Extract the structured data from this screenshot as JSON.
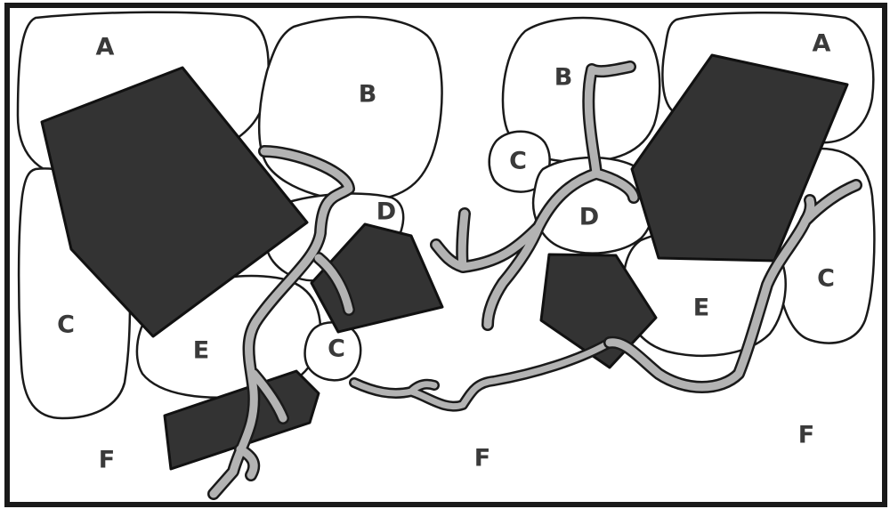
{
  "diagram": {
    "labels": {
      "left_a": "A",
      "left_b": "B",
      "left_c_left": "C",
      "left_c_small": "C",
      "left_d": "D",
      "left_e": "E",
      "left_f": "F",
      "center_f": "F",
      "right_a": "A",
      "right_b": "B",
      "right_c_small": "C",
      "right_c_right": "C",
      "right_d": "D",
      "right_e": "E",
      "right_f": "F"
    },
    "colors": {
      "frame": "#1a1a1a",
      "rock": "#333333",
      "root": "#b3b3b3",
      "label": "#3a3a3a",
      "background": "#ffffff"
    }
  }
}
